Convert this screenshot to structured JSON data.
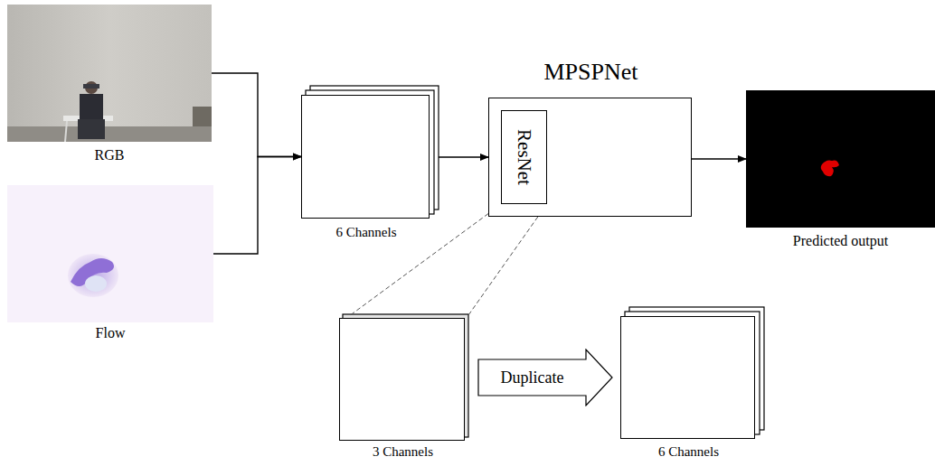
{
  "diagram": {
    "nodes": [
      {
        "text": [
          "RGB"
        ]
      },
      {
        "text": [
          "Flow"
        ]
      },
      {
        "text": [
          "6 Channels"
        ]
      },
      {
        "text": [
          "MPSPNet"
        ]
      },
      {
        "text": [
          "ResNet"
        ],
        "in": 3
      },
      {
        "text": [
          "Predicted output"
        ]
      },
      {
        "text": [
          "3 Channels"
        ]
      },
      {
        "text": [
          "Duplicate"
        ]
      },
      {
        "text": [
          "6 Channels"
        ]
      }
    ],
    "edges": [
      {
        "from": 0,
        "to": 2,
        "arrow": "to"
      },
      {
        "from": 1,
        "to": 2,
        "arrow": "to"
      },
      {
        "from": 2,
        "to": 3,
        "arrow": "to"
      },
      {
        "from": 3,
        "to": 5,
        "arrow": "to"
      }
    ]
  }
}
